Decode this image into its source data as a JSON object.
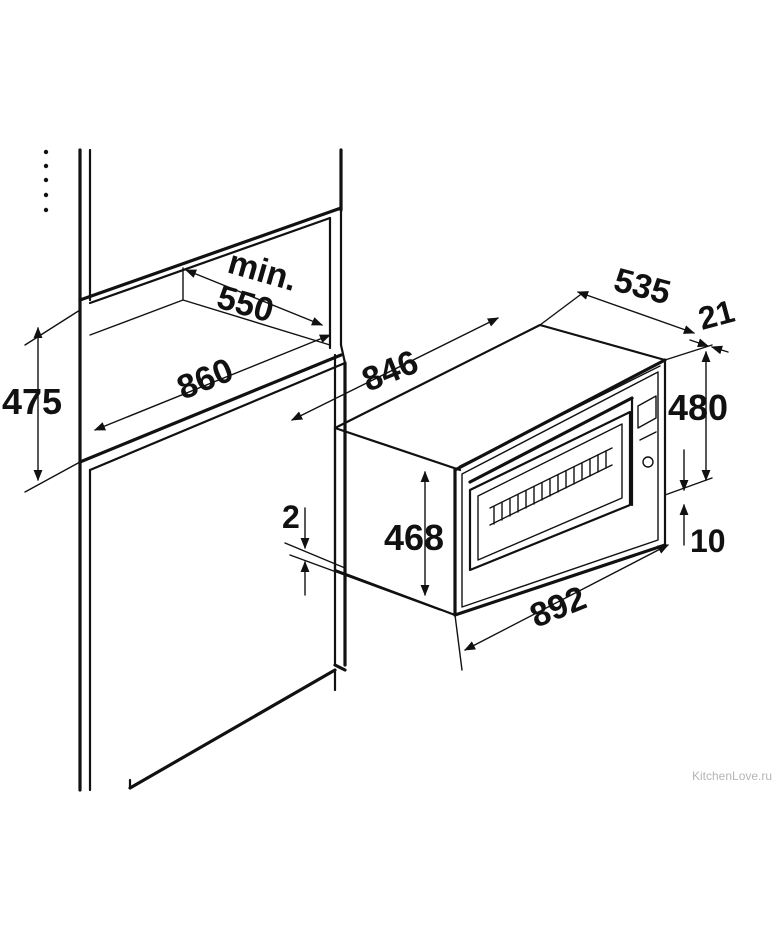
{
  "dimensions": {
    "min_label": "min.",
    "niche_depth_min": "550",
    "niche_width": "860",
    "niche_height": "475",
    "oven_width_body": "846",
    "oven_depth": "535",
    "front_overhang": "21",
    "panel_height": "480",
    "body_height": "468",
    "gap_top": "2",
    "bottom_offset": "10",
    "front_width": "892"
  },
  "watermark": "KitchenLove.ru",
  "colors": {
    "line": "#111111",
    "watermark": "#b5b5b5"
  }
}
